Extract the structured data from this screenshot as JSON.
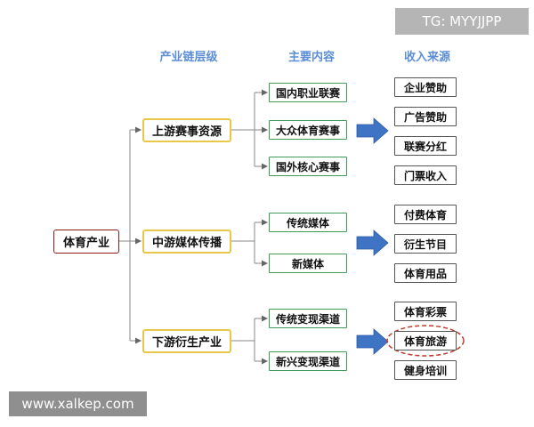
{
  "watermark_top": "TG: MYYJJPP",
  "watermark_bottom": "www.xalkep.com",
  "headers": {
    "chain_level": "产业链层级",
    "main_content": "主要内容",
    "revenue_source": "收入来源"
  },
  "root": {
    "label": "体育产业"
  },
  "branches": [
    {
      "label": "上游赛事资源",
      "items": [
        "国内职业联赛",
        "大众体育赛事",
        "国外核心赛事"
      ],
      "revenues": [
        "企业赞助",
        "广告赞助",
        "联赛分红",
        "门票收入"
      ]
    },
    {
      "label": "中游媒体传播",
      "items": [
        "传统媒体",
        "新媒体"
      ],
      "revenues": [
        "付费体育",
        "衍生节目",
        "体育用品"
      ]
    },
    {
      "label": "下游衍生产业",
      "items": [
        "传统变现渠道",
        "新兴变现渠道"
      ],
      "revenues": [
        "体育彩票",
        "体育旅游",
        "健身培训"
      ]
    }
  ],
  "highlighted_revenue": "体育旅游",
  "colors": {
    "header": "#5b8ed6",
    "root_border": "#8b1a1a",
    "level1_border": "#e8c74a",
    "level2_border": "#3f9b5a",
    "arrow": "#3f74c4",
    "highlight": "#c0392b"
  }
}
